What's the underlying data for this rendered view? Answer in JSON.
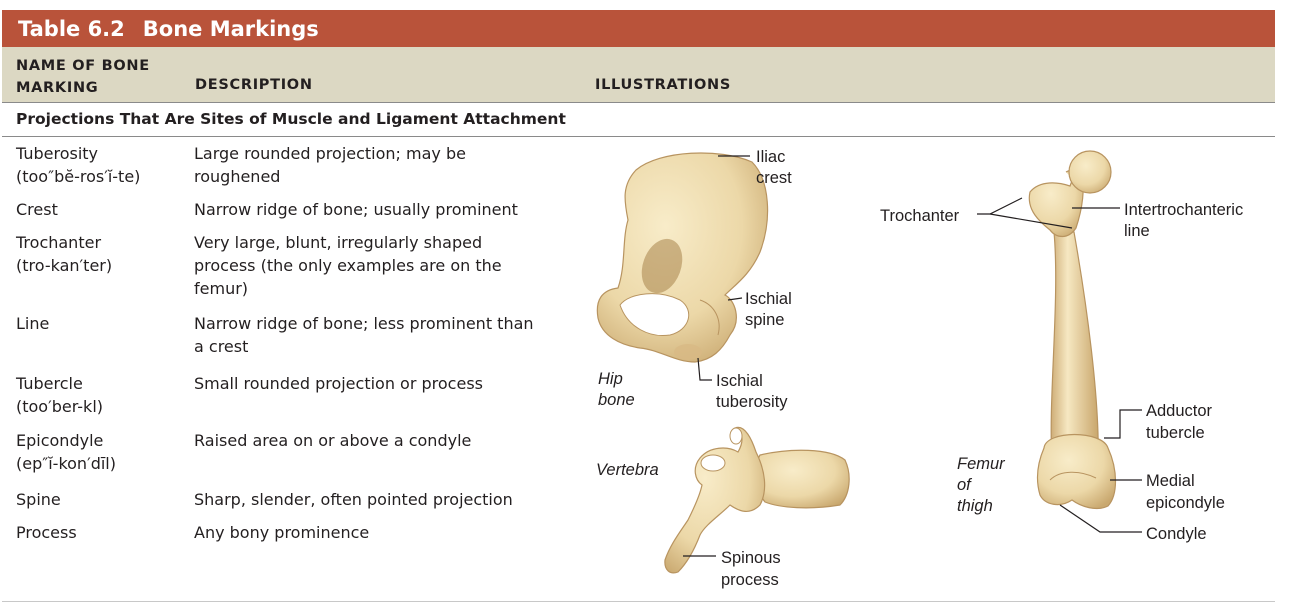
{
  "table": {
    "number": "Table 6.2",
    "title": "Bone Markings",
    "columns": {
      "name_line1": "NAME OF BONE",
      "name_line2": "MARKING",
      "description": "DESCRIPTION",
      "illustrations": "ILLUSTRATIONS"
    },
    "section_heading": "Projections That Are Sites of Muscle and Ligament Attachment",
    "rows": [
      {
        "term": "Tuberosity",
        "pron": "(too″bĕ-ros′ĭ-te)",
        "desc1": "Large rounded projection; may be",
        "desc2": "roughened"
      },
      {
        "term": "Crest",
        "desc1": "Narrow ridge of bone; usually prominent"
      },
      {
        "term": "Trochanter",
        "pron": "(tro-kan′ter)",
        "desc1": "Very large, blunt, irregularly shaped",
        "desc2": "process (the only examples are on the",
        "desc3": "femur)"
      },
      {
        "term": "Line",
        "desc1": "Narrow ridge of bone; less prominent than",
        "desc2": "a crest"
      },
      {
        "term": "Tubercle",
        "pron": "(too′ber-kl)",
        "desc1": "Small rounded projection or process"
      },
      {
        "term": "Epicondyle",
        "pron": "(ep″ĭ-kon′dīl)",
        "desc1": "Raised area on or above a condyle"
      },
      {
        "term": "Spine",
        "desc1": "Sharp, slender, often pointed projection"
      },
      {
        "term": "Process",
        "desc1": "Any bony prominence"
      }
    ]
  },
  "illustrations": {
    "hip": {
      "name1": "Hip",
      "name2": "bone",
      "iliac1": "Iliac",
      "iliac2": "crest",
      "ischial_spine1": "Ischial",
      "ischial_spine2": "spine",
      "ischial_tub1": "Ischial",
      "ischial_tub2": "tuberosity"
    },
    "vertebra": {
      "name": "Vertebra",
      "spinous1": "Spinous",
      "spinous2": "process"
    },
    "femur": {
      "name1": "Femur",
      "name2": "of",
      "name3": "thigh",
      "trochanter": "Trochanter",
      "intertroch1": "Intertrochanteric",
      "intertroch2": "line",
      "adductor1": "Adductor",
      "adductor2": "tubercle",
      "medial1": "Medial",
      "medial2": "epicondyle",
      "condyle": "Condyle"
    }
  },
  "colors": {
    "title_bar": "#b9533a",
    "header_band": "#dcd8c3",
    "bone": "#efdcaf",
    "bone_shadow": "#caa771"
  }
}
